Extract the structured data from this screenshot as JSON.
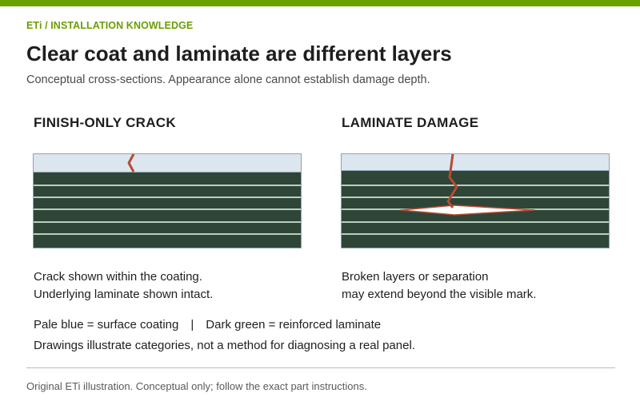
{
  "header": {
    "eyebrow": "ETi / INSTALLATION KNOWLEDGE",
    "title": "Clear coat and laminate are different layers",
    "subtitle": "Conceptual cross-sections. Appearance alone cannot establish damage depth."
  },
  "panels": [
    {
      "heading": "FINISH-ONLY CRACK",
      "caption_lines": [
        "Crack shown within the coating.",
        "Underlying laminate shown intact."
      ]
    },
    {
      "heading": "LAMINATE DAMAGE",
      "caption_lines": [
        "Broken layers or separation",
        "may extend beyond the visible mark."
      ]
    }
  ],
  "legend": {
    "coating": "Pale blue = surface coating",
    "separator": "|",
    "laminate": "Dark green = reinforced laminate"
  },
  "note": "Drawings illustrate categories, not a method for diagnosing a real panel.",
  "footer": "Original ETi illustration. Conceptual only; follow the exact part instructions.",
  "colors": {
    "accent": "#6aa000",
    "coating": "#dce6ee",
    "laminate": "#2f4538",
    "laminate_lines": "#b9d0bd",
    "crack": "#b84a32"
  }
}
